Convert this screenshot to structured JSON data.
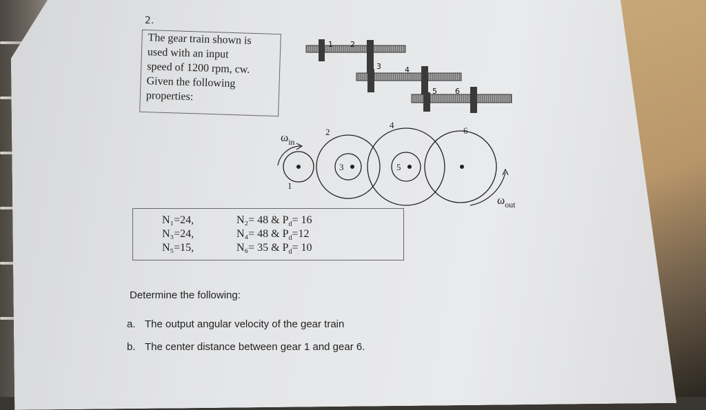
{
  "problem": {
    "number": "2.",
    "given_lines": [
      "The gear train shown is",
      "used with an input",
      "speed of 1200 rpm, cw.",
      "Given the following",
      "properties:"
    ]
  },
  "diagram": {
    "side_labels": [
      "1",
      "2",
      "3",
      "4",
      "5",
      "6"
    ],
    "front_labels": [
      "1",
      "2",
      "3",
      "4",
      "5",
      "6"
    ],
    "omega_in": "ω",
    "omega_in_sub": "in",
    "omega_out": "ω",
    "omega_out_sub": "out"
  },
  "properties": {
    "rows": [
      {
        "left": "N₁=24,",
        "mid": "N₂= 48  &  P",
        "pd": "= 16"
      },
      {
        "left": "N₃=24,",
        "mid": "N₄= 48  &  P",
        "pd": "=12"
      },
      {
        "left": "N₅=15,",
        "mid": "N₆= 35  &  P",
        "pd": "= 10"
      }
    ],
    "pd_sub": "d"
  },
  "determine": {
    "heading": "Determine the following:",
    "items": [
      {
        "letter": "a.",
        "text": "The output angular velocity of the gear train"
      },
      {
        "letter": "b.",
        "text": "The center distance between gear 1 and gear 6."
      }
    ]
  }
}
